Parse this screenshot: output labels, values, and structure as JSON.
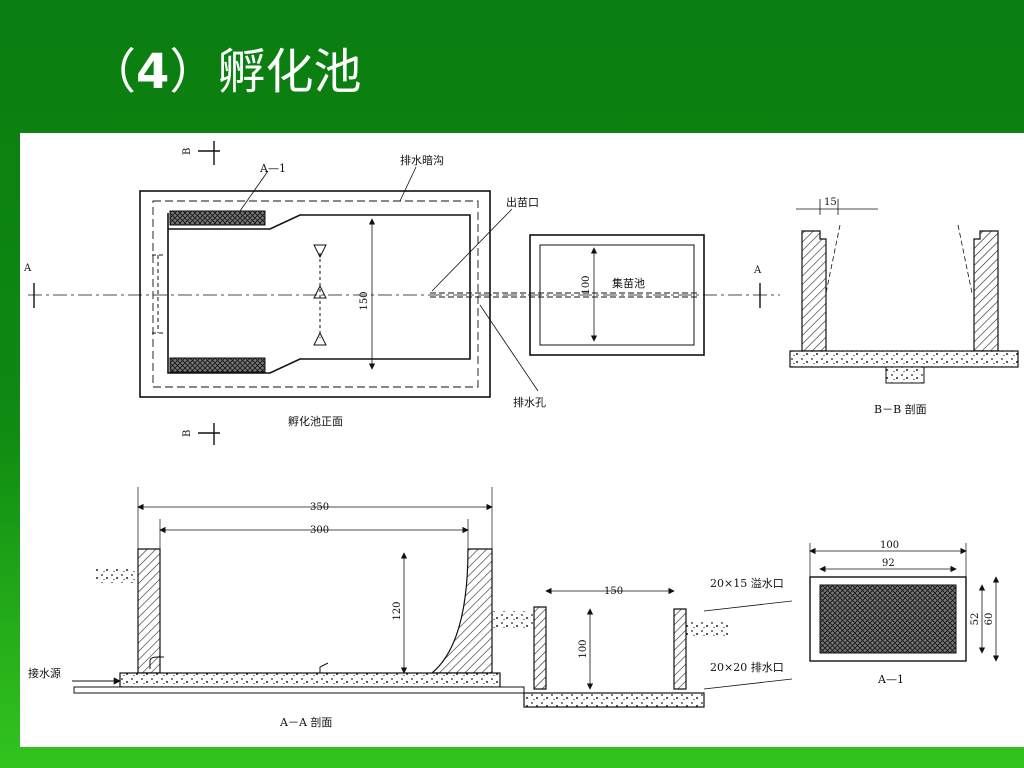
{
  "slide": {
    "title_paren_open": "（",
    "title_number": "4",
    "title_paren_close": "）",
    "title_text": "孵化池"
  },
  "labels": {
    "A1_top": "A—1",
    "drain_ditch": "排水暗沟",
    "fry_outlet": "出苗口",
    "collection_pool": "集苗池",
    "drain_hole": "排水孔",
    "front_view": "孵化池正面",
    "section_bb": "B－B 剖面",
    "section_aa": "A－A 剖面",
    "water_source": "接水源",
    "overflow": "20×15 溢水口",
    "drain_outlet": "20×20 排水口",
    "A1_detail": "A—1",
    "mark_A": "A",
    "mark_B": "B"
  },
  "dimensions": {
    "d150_plan": "150",
    "d100_plan": "100",
    "d15": "15",
    "d350": "350",
    "d300": "300",
    "d120": "120",
    "d150_sec": "150",
    "d100_sec": "100",
    "d100_det": "100",
    "d92": "92",
    "d52": "52",
    "d60": "60"
  }
}
